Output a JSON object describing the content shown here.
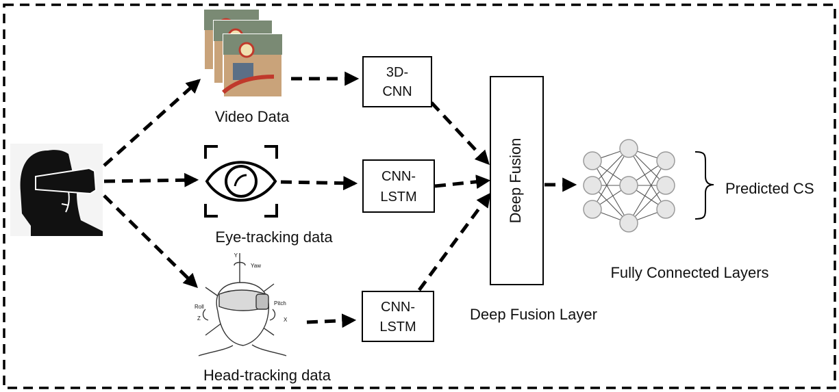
{
  "inputs": {
    "video_label": "Video Data",
    "eye_label": "Eye-tracking data",
    "head_label": "Head-tracking data"
  },
  "models": {
    "cnn3d_line1": "3D-",
    "cnn3d_line2": "CNN",
    "eye_model_line1": "CNN-",
    "eye_model_line2": "LSTM",
    "head_model_line1": "CNN-",
    "head_model_line2": "LSTM"
  },
  "fusion": {
    "box_label": "Deep Fusion",
    "layer_label": "Deep Fusion Layer"
  },
  "output": {
    "fc_label": "Fully Connected Layers",
    "prediction_label": "Predicted CS"
  },
  "head_figure": {
    "axis_y": "Y",
    "yaw": "Yaw",
    "roll": "Roll",
    "pitch": "Pitch",
    "axis_z": "Z",
    "axis_x": "X"
  },
  "colors": {
    "stroke": "#000000",
    "node_fill": "#e6e6e6",
    "node_stroke": "#9a9a9a",
    "frame_sand": "#c9a37a",
    "frame_red": "#c0392b"
  }
}
